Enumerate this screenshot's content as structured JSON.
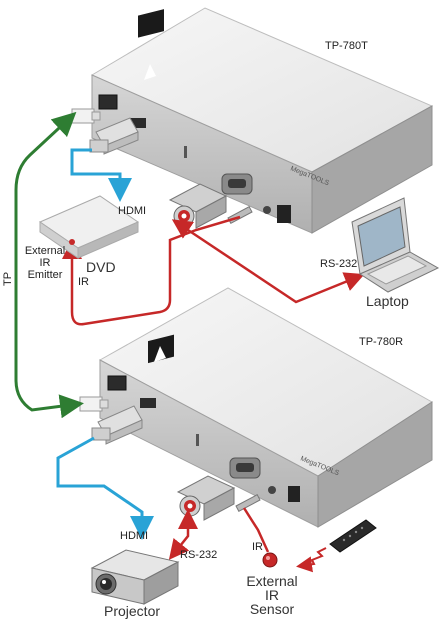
{
  "labels": {
    "transmitter": "TP-780T",
    "receiver": "TP-780R",
    "hdmi_top": "HDMI",
    "hdmi_bottom": "HDMI",
    "dvd": "DVD",
    "ext_ir_emitter_1": "External",
    "ext_ir_emitter_2": "IR",
    "ext_ir_emitter_3": "Emitter",
    "ir_top": "IR",
    "ir_bottom": "IR",
    "tp": "TP",
    "rs232_top": "RS-232",
    "rs232_bottom": "RS-232",
    "laptop": "Laptop",
    "projector": "Projector",
    "ext_ir_sensor_1": "External",
    "ext_ir_sensor_2": "IR",
    "ext_ir_sensor_3": "Sensor",
    "brand_top": "MegaTOOLS",
    "brand_bottom": "MegaTOOLS"
  },
  "colors": {
    "tp_cable": "#2e7d32",
    "hdmi_cable": "#29a3d6",
    "rs232_cable": "#c62828",
    "ir_cable": "#c62828",
    "device_top": "#eeeeee",
    "device_side": "#c4c4c4"
  }
}
